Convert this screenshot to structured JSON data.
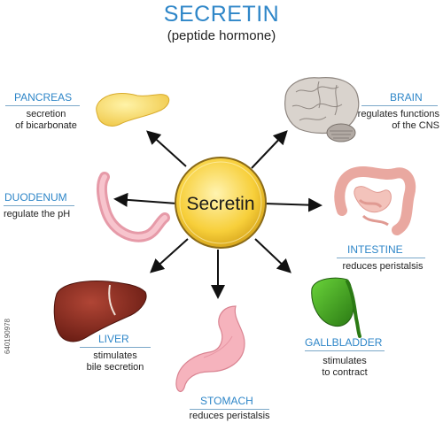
{
  "title": "SECRETIN",
  "subtitle": "(peptide hormone)",
  "center_label": "Secretin",
  "organs": {
    "pancreas": {
      "name": "PANCREAS",
      "desc1": "secretion",
      "desc2": "of bicarbonate"
    },
    "brain": {
      "name": "BRAIN",
      "desc1": "regulates functions",
      "desc2": "of the CNS"
    },
    "duodenum": {
      "name": "DUODENUM",
      "desc1": "regulate the pH"
    },
    "intestine": {
      "name": "INTESTINE",
      "desc1": "reduces peristalsis"
    },
    "liver": {
      "name": "LIVER",
      "desc1": "stimulates",
      "desc2": "bile secretion"
    },
    "gallbladder": {
      "name": "GALLBLADDER",
      "desc1": "stimulates",
      "desc2": "to contract"
    },
    "stomach": {
      "name": "STOMACH",
      "desc1": "reduces peristalsis"
    }
  },
  "stock_id": "640190978",
  "colors": {
    "title": "#2e86c8",
    "center_fill": "#f7cf3a",
    "arrow": "#111111"
  }
}
